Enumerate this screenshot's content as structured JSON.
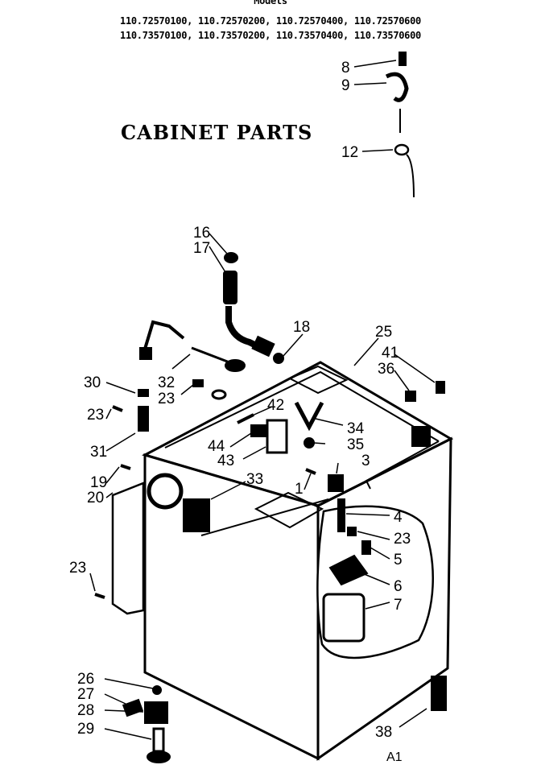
{
  "header": {
    "models_label": "Models",
    "models_line1": "110.72570100, 110.72570200, 110.72570400, 110.72570600",
    "models_line2": "110.73570100, 110.73570200, 110.73570400, 110.73570600"
  },
  "title": "CABINET PARTS",
  "footer_mark": "A1",
  "callouts": {
    "c8": "8",
    "c9": "9",
    "c12": "12",
    "c16": "16",
    "c17": "17",
    "c18": "18",
    "c25": "25",
    "c41": "41",
    "c36": "36",
    "c30": "30",
    "c32": "32",
    "c23a": "23",
    "c42": "42",
    "c23b": "23",
    "c31": "31",
    "c34": "34",
    "c44": "44",
    "c35": "35",
    "c43": "43",
    "c3": "3",
    "c19": "19",
    "c20": "20",
    "c33": "33",
    "c1": "1",
    "c4": "4",
    "c23c": "23",
    "c5": "5",
    "c6": "6",
    "c7": "7",
    "c23d": "23",
    "c26": "26",
    "c27": "27",
    "c28": "28",
    "c29": "29",
    "c38": "38"
  }
}
